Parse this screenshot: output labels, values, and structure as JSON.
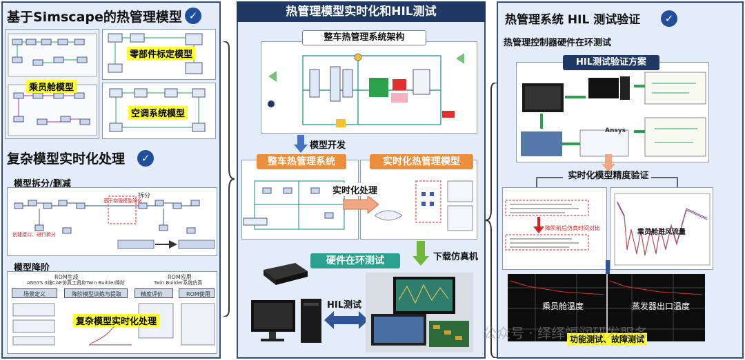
{
  "left": {
    "title1": "基于Simscape的热管理模型",
    "cabin_label": "乘员舱模型",
    "parts_label": "零部件标定模型",
    "ac_label": "空调系统模型",
    "title2": "复杂模型实时化处理",
    "split_title": "模型拆分/删减",
    "split_note1": "创建接口、进行拆分",
    "split_note2": "基于物理模型简化",
    "split_note3": "拆分",
    "reduce_title": "模型降阶",
    "rom_gen_title": "ROM生成",
    "rom_gen_sub": "ANSYS 3维CAE仿真工具和Twin Builder降阶",
    "rom_app_title": "ROM应用",
    "rom_app_sub": "Twin Builder系统仿真",
    "stage1": "场景定义",
    "stage2": "降阶模型训练与提取",
    "stage3": "精度评价",
    "stage4": "ROM使用",
    "overlay": "复杂模型实时化处理"
  },
  "middle": {
    "title": "热管理模型实时化和HIL测试",
    "arch_title": "整车热管理系统架构",
    "dev_label": "模型开发",
    "sys_badge": "整车热管理系统",
    "rt_badge": "实时化热管理模型",
    "rt_process": "实时化处理",
    "hil_badge": "硬件在环测试",
    "download": "下载仿真机",
    "hil_test": "HIL测试"
  },
  "right": {
    "title": "热管理系统 HIL 测试验证",
    "subtitle": "热管理控制器硬件在环测试",
    "scheme_badge": "HIL测试验证方案",
    "precision": "实时化模型精度验证",
    "compare_note": "降阶前后仿真时间对比",
    "flow_label": "乘员舱进风流量",
    "cabin_temp": "乘员舱温度",
    "evap_temp": "蒸发器出口温度",
    "func_test": "功能测试、故障测试",
    "ansys": "Ansys"
  },
  "watermark": "公众号 · 绎绎恒润研发服务",
  "icons": [
    "check-icon",
    "arrow-down-icon",
    "arrow-right-icon",
    "double-arrow-icon"
  ],
  "colors": {
    "panel_bg": "#e3ecf8",
    "border": "#2f4e7c",
    "orange": "#ec8f3d",
    "green": "#2aa18c",
    "navy": "#1f3864",
    "yellow": "#ffff33"
  }
}
